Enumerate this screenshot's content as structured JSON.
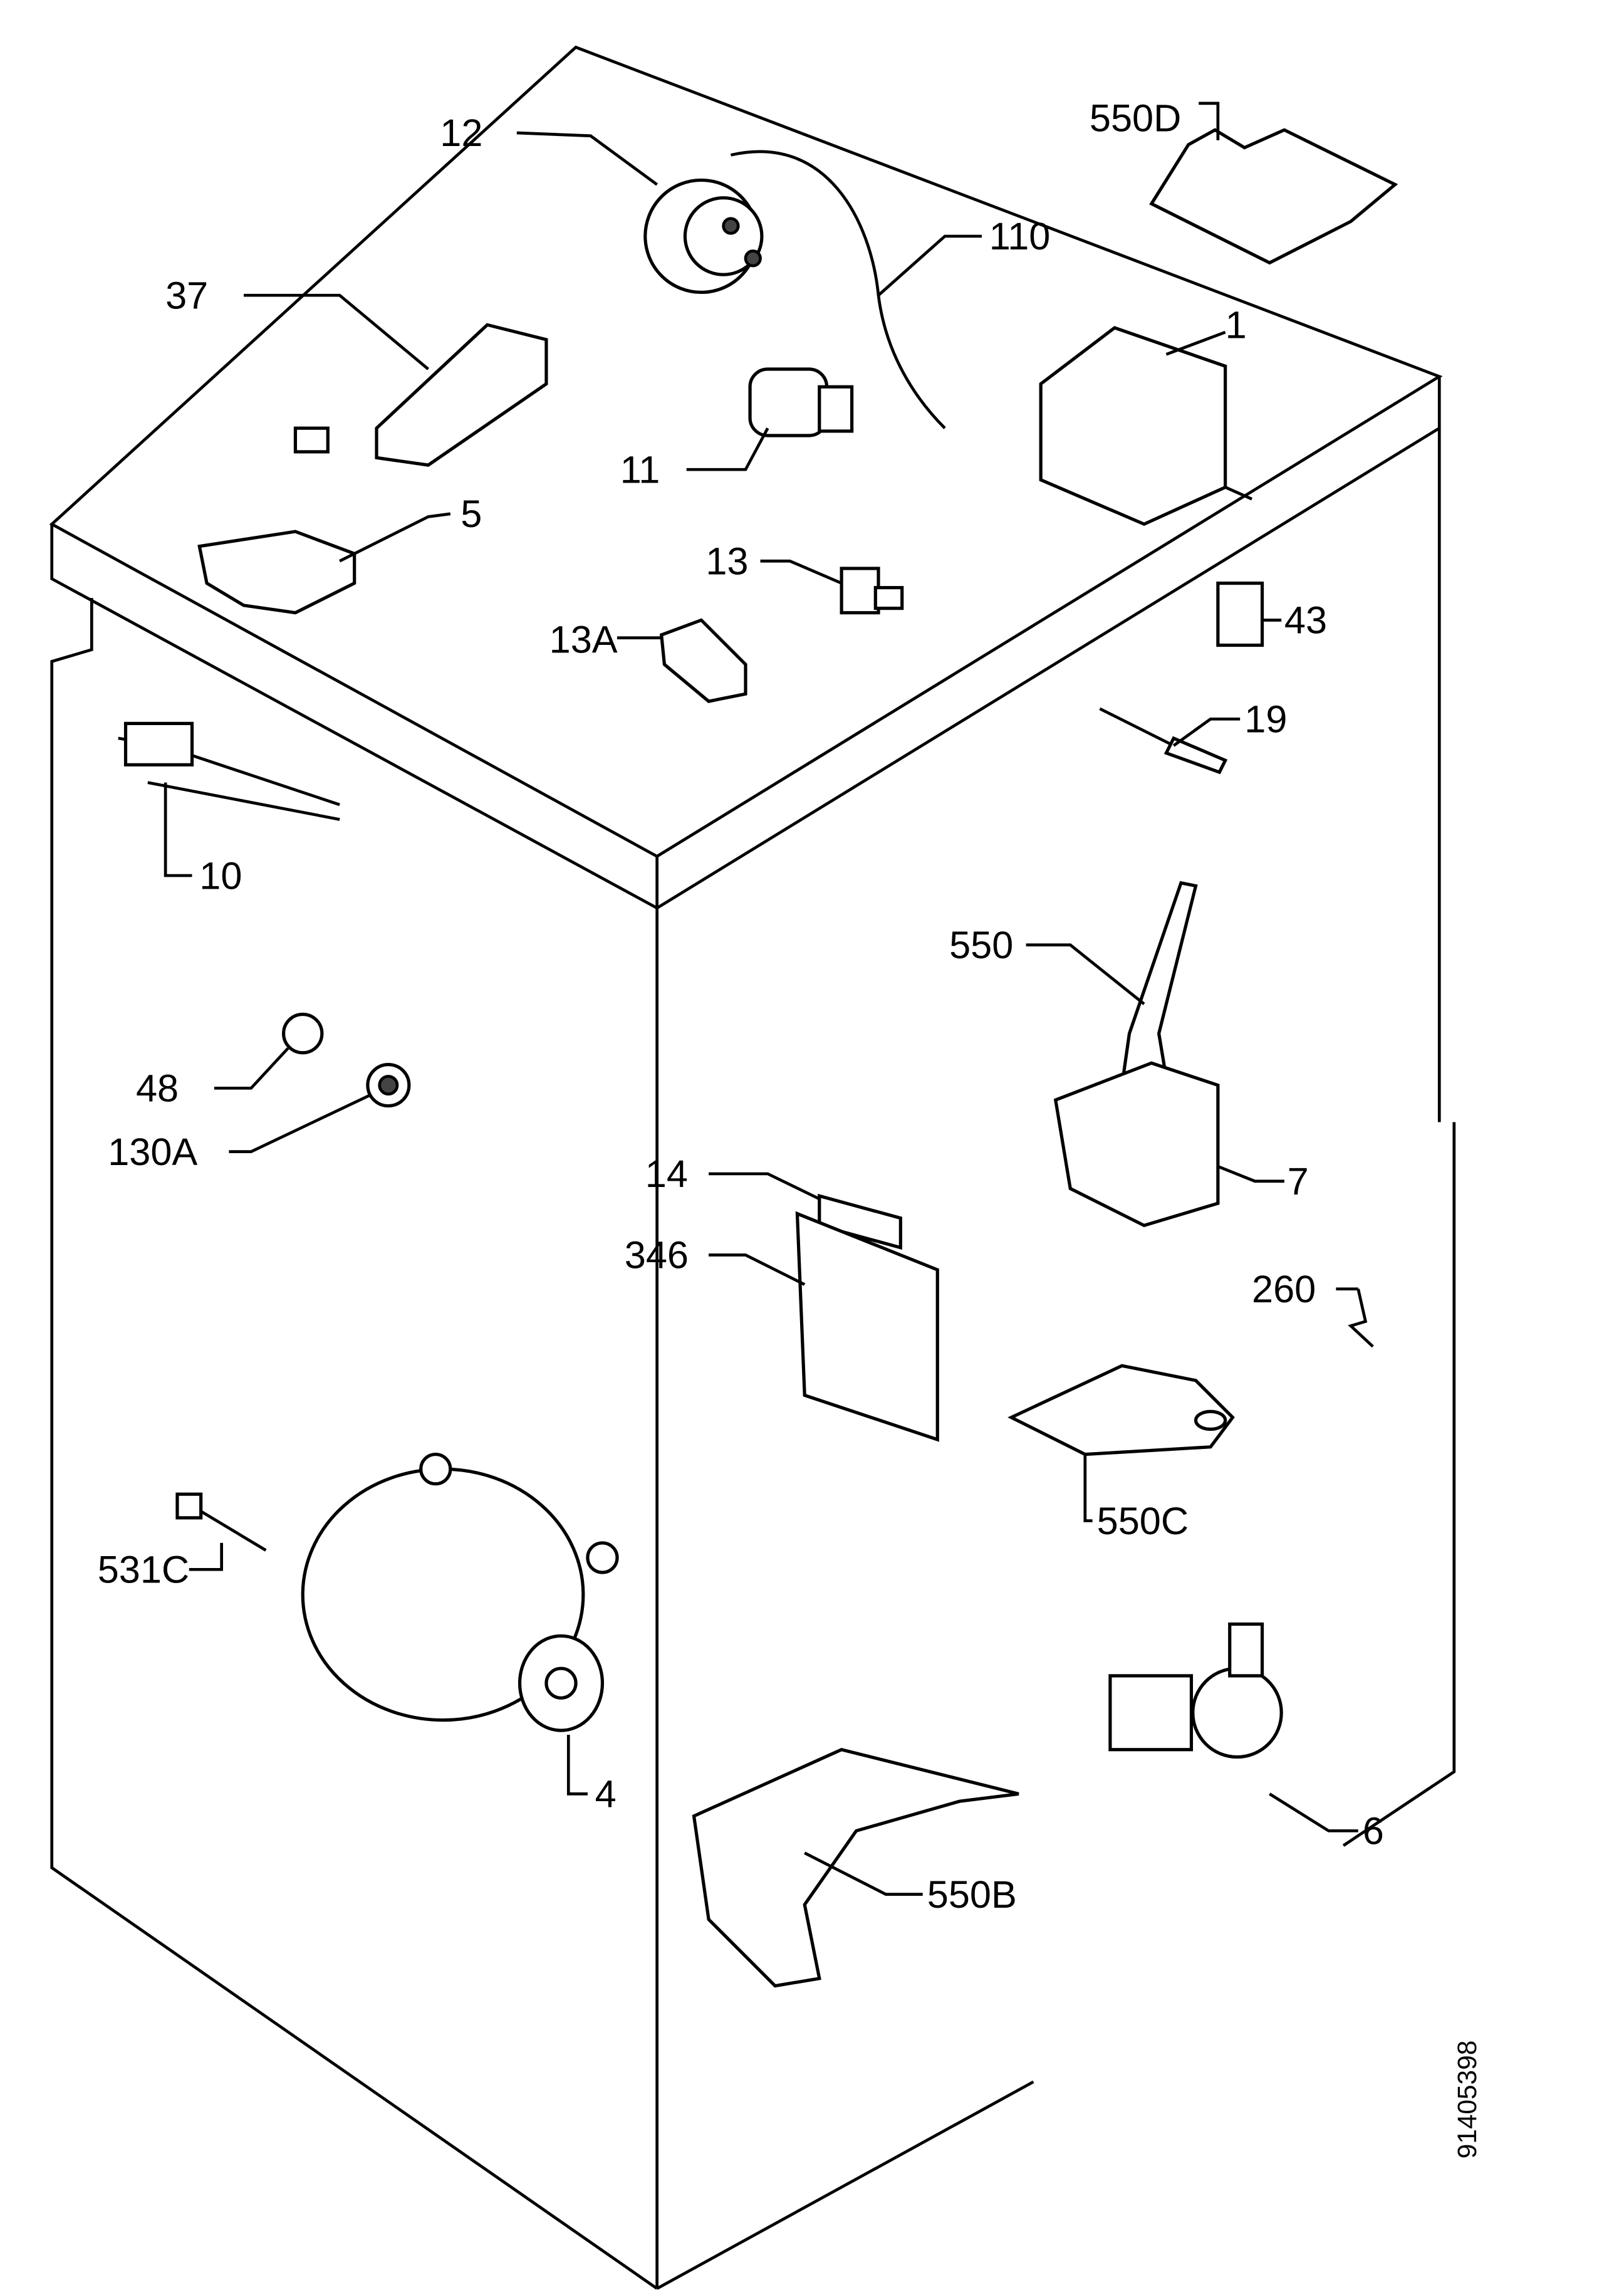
{
  "labels": {
    "l550D": "550D",
    "l12": "12",
    "l110": "110",
    "l37": "37",
    "l1": "1",
    "l11": "11",
    "l5": "5",
    "l13": "13",
    "l13A": "13A",
    "l43": "43",
    "l19": "19",
    "l10": "10",
    "l550": "550",
    "l48": "48",
    "l130A": "130A",
    "l7": "7",
    "l14": "14",
    "l346": "346",
    "l260": "260",
    "l550C": "550C",
    "l531C": "531C",
    "l4": "4",
    "l6": "6",
    "l550B": "550B"
  },
  "drawing_number": "91405398"
}
